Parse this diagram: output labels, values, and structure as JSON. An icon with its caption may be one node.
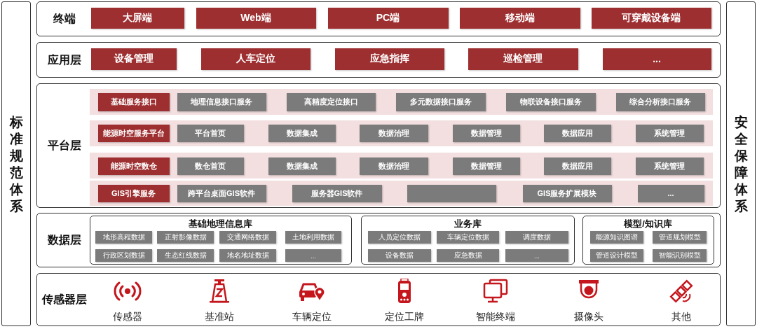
{
  "diagram": {
    "nodes": [
      {
        "text": [
          "标准规范体系"
        ]
      },
      {
        "text": [
          "安全保障体系"
        ]
      },
      {
        "text": [
          "终端"
        ]
      },
      {
        "text": [
          "大屏端"
        ],
        "in": 2
      },
      {
        "text": [
          "Web端"
        ],
        "in": 2
      },
      {
        "text": [
          "PC端"
        ],
        "in": 2
      },
      {
        "text": [
          "移动端"
        ],
        "in": 2
      },
      {
        "text": [
          "可穿戴设备端"
        ],
        "in": 2
      },
      {
        "text": [
          "应用层"
        ]
      },
      {
        "text": [
          "设备管理"
        ],
        "in": 8
      },
      {
        "text": [
          "人车定位"
        ],
        "in": 8
      },
      {
        "text": [
          "应急指挥"
        ],
        "in": 8
      },
      {
        "text": [
          "巡检管理"
        ],
        "in": 8
      },
      {
        "text": [
          "..."
        ],
        "in": 8
      },
      {
        "text": [
          "平台层"
        ]
      },
      {
        "text": [],
        "shape": "band",
        "in": 14
      },
      {
        "text": [
          "基础服务接口"
        ],
        "in": 15
      },
      {
        "text": [
          "地理信息接口服务"
        ],
        "in": 15
      },
      {
        "text": [
          "高精度定位接口"
        ],
        "in": 15
      },
      {
        "text": [
          "多元数据接口服务"
        ],
        "in": 15
      },
      {
        "text": [
          "物联设备接口服务"
        ],
        "in": 15
      },
      {
        "text": [
          "综合分析接口服务"
        ],
        "in": 15
      },
      {
        "text": [],
        "shape": "band",
        "in": 14
      },
      {
        "text": [
          "能源时空服务平台"
        ],
        "in": 22
      },
      {
        "text": [
          "平台首页"
        ],
        "in": 22
      },
      {
        "text": [
          "数据集成"
        ],
        "in": 22
      },
      {
        "text": [
          "数据治理"
        ],
        "in": 22
      },
      {
        "text": [
          "数据管理"
        ],
        "in": 22
      },
      {
        "text": [
          "数据应用"
        ],
        "in": 22
      },
      {
        "text": [
          "系统管理"
        ],
        "in": 22
      },
      {
        "text": [],
        "shape": "band",
        "in": 14
      },
      {
        "text": [
          "能源时空数仓"
        ],
        "in": 30
      },
      {
        "text": [
          "数仓首页"
        ],
        "in": 30
      },
      {
        "text": [
          "数据集成"
        ],
        "in": 30
      },
      {
        "text": [
          "数据治理"
        ],
        "in": 30
      },
      {
        "text": [
          "数据管理"
        ],
        "in": 30
      },
      {
        "text": [
          "数据应用"
        ],
        "in": 30
      },
      {
        "text": [
          "系统管理"
        ],
        "in": 30
      },
      {
        "text": [],
        "shape": "band",
        "in": 14
      },
      {
        "text": [
          "GIS引擎服务"
        ],
        "in": 38
      },
      {
        "text": [
          "跨平台桌面GIS软件"
        ],
        "in": 38
      },
      {
        "text": [
          "服务器GIS软件"
        ],
        "in": 38
      },
      {
        "text": [],
        "shape": "box",
        "in": 38
      },
      {
        "text": [
          "GIS服务扩展模块"
        ],
        "in": 38
      },
      {
        "text": [
          "..."
        ],
        "in": 38
      },
      {
        "text": [
          "数据层"
        ]
      },
      {
        "text": [
          "基础地理信息库"
        ],
        "in": 45
      },
      {
        "text": [
          "地形高程数据"
        ],
        "in": 46
      },
      {
        "text": [
          "正射影像数据"
        ],
        "in": 46
      },
      {
        "text": [
          "交通网络数据"
        ],
        "in": 46
      },
      {
        "text": [
          "土地利用数据"
        ],
        "in": 46
      },
      {
        "text": [
          "行政区划数据"
        ],
        "in": 46
      },
      {
        "text": [
          "生态红线数据"
        ],
        "in": 46
      },
      {
        "text": [
          "地名地址数据"
        ],
        "in": 46
      },
      {
        "text": [
          "..."
        ],
        "in": 46
      },
      {
        "text": [
          "业务库"
        ],
        "in": 45
      },
      {
        "text": [
          "人员定位数据"
        ],
        "in": 55
      },
      {
        "text": [
          "车辆定位数据"
        ],
        "in": 55
      },
      {
        "text": [
          "调度数据"
        ],
        "in": 55
      },
      {
        "text": [
          "设备数据"
        ],
        "in": 55
      },
      {
        "text": [
          "应急数据"
        ],
        "in": 55
      },
      {
        "text": [
          "..."
        ],
        "in": 55
      },
      {
        "text": [
          "模型/知识库"
        ],
        "in": 45
      },
      {
        "text": [
          "能源知识图谱"
        ],
        "in": 62
      },
      {
        "text": [
          "管道规划模型"
        ],
        "in": 62
      },
      {
        "text": [
          "管道设计模型"
        ],
        "in": 62
      },
      {
        "text": [
          "智能识别模型"
        ],
        "in": 62
      },
      {
        "text": [
          "传感器层"
        ]
      },
      {
        "text": [
          "传感器"
        ],
        "in": 67
      },
      {
        "text": [
          "基准站"
        ],
        "in": 67
      },
      {
        "text": [
          "车辆定位"
        ],
        "in": 67
      },
      {
        "text": [
          "定位工牌"
        ],
        "in": 67
      },
      {
        "text": [
          "智能终端"
        ],
        "in": 67
      },
      {
        "text": [
          "摄像头"
        ],
        "in": 67
      },
      {
        "text": [
          "其他"
        ],
        "in": 67
      }
    ]
  }
}
